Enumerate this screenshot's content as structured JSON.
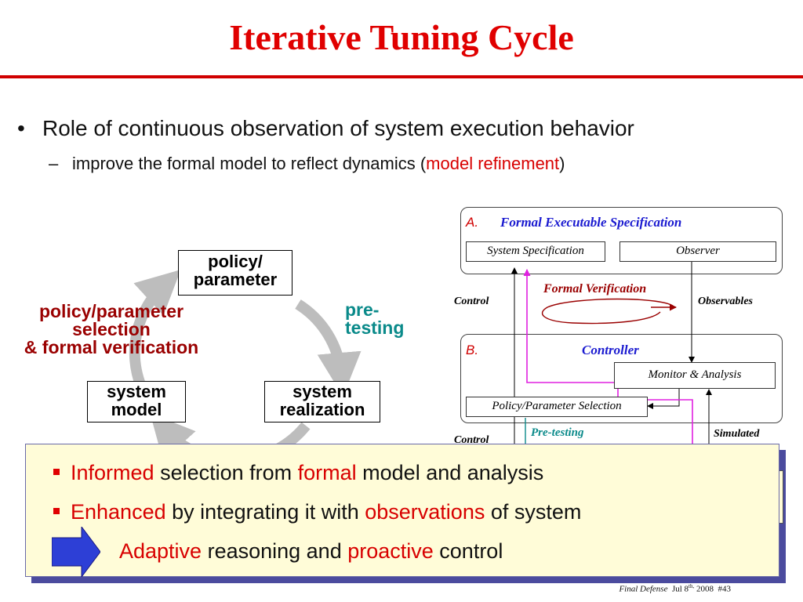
{
  "title": "Iterative Tuning Cycle",
  "bullets": {
    "main": "Role of continuous observation of system execution behavior",
    "sub_prefix": "improve the formal model to reflect dynamics (",
    "sub_highlight": "model refinement",
    "sub_suffix": ")"
  },
  "cycle": {
    "policy_box": {
      "line1": "policy/",
      "line2": "parameter"
    },
    "model_box": {
      "line1": "system",
      "line2": "model"
    },
    "realization_box": {
      "line1": "system",
      "line2": "realization"
    },
    "left_label": {
      "line1": "policy/parameter",
      "line2": "selection",
      "line3": "& formal verification"
    },
    "right_label": {
      "line1": "pre-",
      "line2": "testing"
    }
  },
  "diagram": {
    "panelA": {
      "letter": "A.",
      "title": "Formal Executable Specification",
      "system_spec": "System Specification",
      "observer": "Observer"
    },
    "formal_verification": "Formal Verification",
    "control1": "Control",
    "observables": "Observables",
    "panelB": {
      "letter": "B.",
      "title": "Controller",
      "monitor": "Monitor & Analysis",
      "policy_selection": "Policy/Parameter Selection"
    },
    "pretesting": "Pre-testing",
    "control2": "Control",
    "simulated": "Simulated"
  },
  "callout": {
    "line1": {
      "a": "Informed",
      "b": " selection from ",
      "c": "formal",
      "d": " model and analysis"
    },
    "line2": {
      "a": "Enhanced",
      "b": " by integrating it with ",
      "c": "observations",
      "d": " of system"
    },
    "line3": {
      "a": "Adaptive",
      "b": " reasoning and ",
      "c": "proactive",
      "d": " control"
    }
  },
  "footer": {
    "label": "Final Defense",
    "date_pre": "Jul 8",
    "date_sup": "th,",
    "date_post": " 2008",
    "slide": "#43"
  },
  "colors": {
    "title": "#e00000",
    "accent_red": "#d80000",
    "teal": "#0a8a8a",
    "magenta": "#e020e0",
    "dark_red": "#9a0000",
    "arrow_blue": "#2d3fd6"
  }
}
